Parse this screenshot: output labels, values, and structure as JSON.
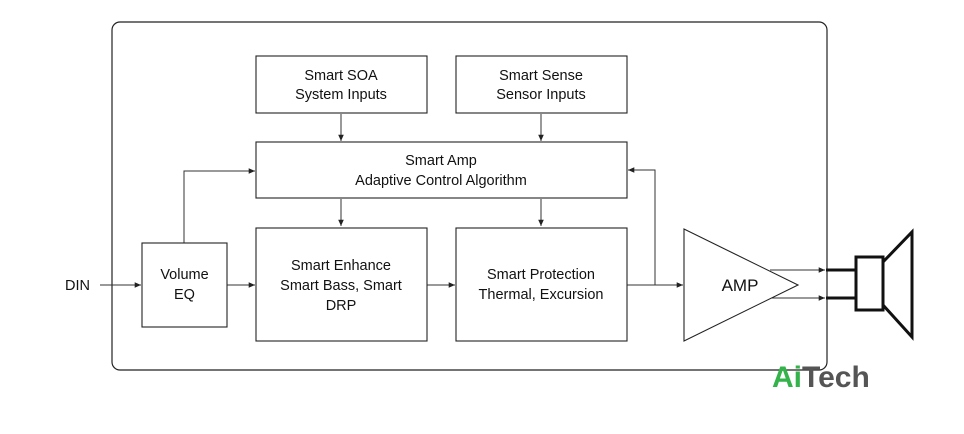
{
  "input_label": "DIN",
  "blocks": {
    "soa": {
      "lines": [
        "Smart SOA",
        "System Inputs"
      ]
    },
    "sense": {
      "lines": [
        "Smart Sense",
        "Sensor Inputs"
      ]
    },
    "amp_ctrl": {
      "lines": [
        "Smart Amp",
        "Adaptive Control Algorithm"
      ]
    },
    "volume": {
      "lines": [
        "Volume",
        "EQ"
      ]
    },
    "enhance": {
      "lines": [
        "Smart Enhance",
        "Smart Bass, Smart",
        "DRP"
      ]
    },
    "protection": {
      "lines": [
        "Smart Protection",
        "Thermal, Excursion"
      ]
    }
  },
  "amp_label": "AMP",
  "logo": {
    "part1": "Ai",
    "part2": "Tech"
  },
  "colors": {
    "line": "#222222",
    "logo_green": "#33b34a",
    "logo_gray": "#555555"
  },
  "icons": {
    "output_device": "speaker-icon"
  }
}
